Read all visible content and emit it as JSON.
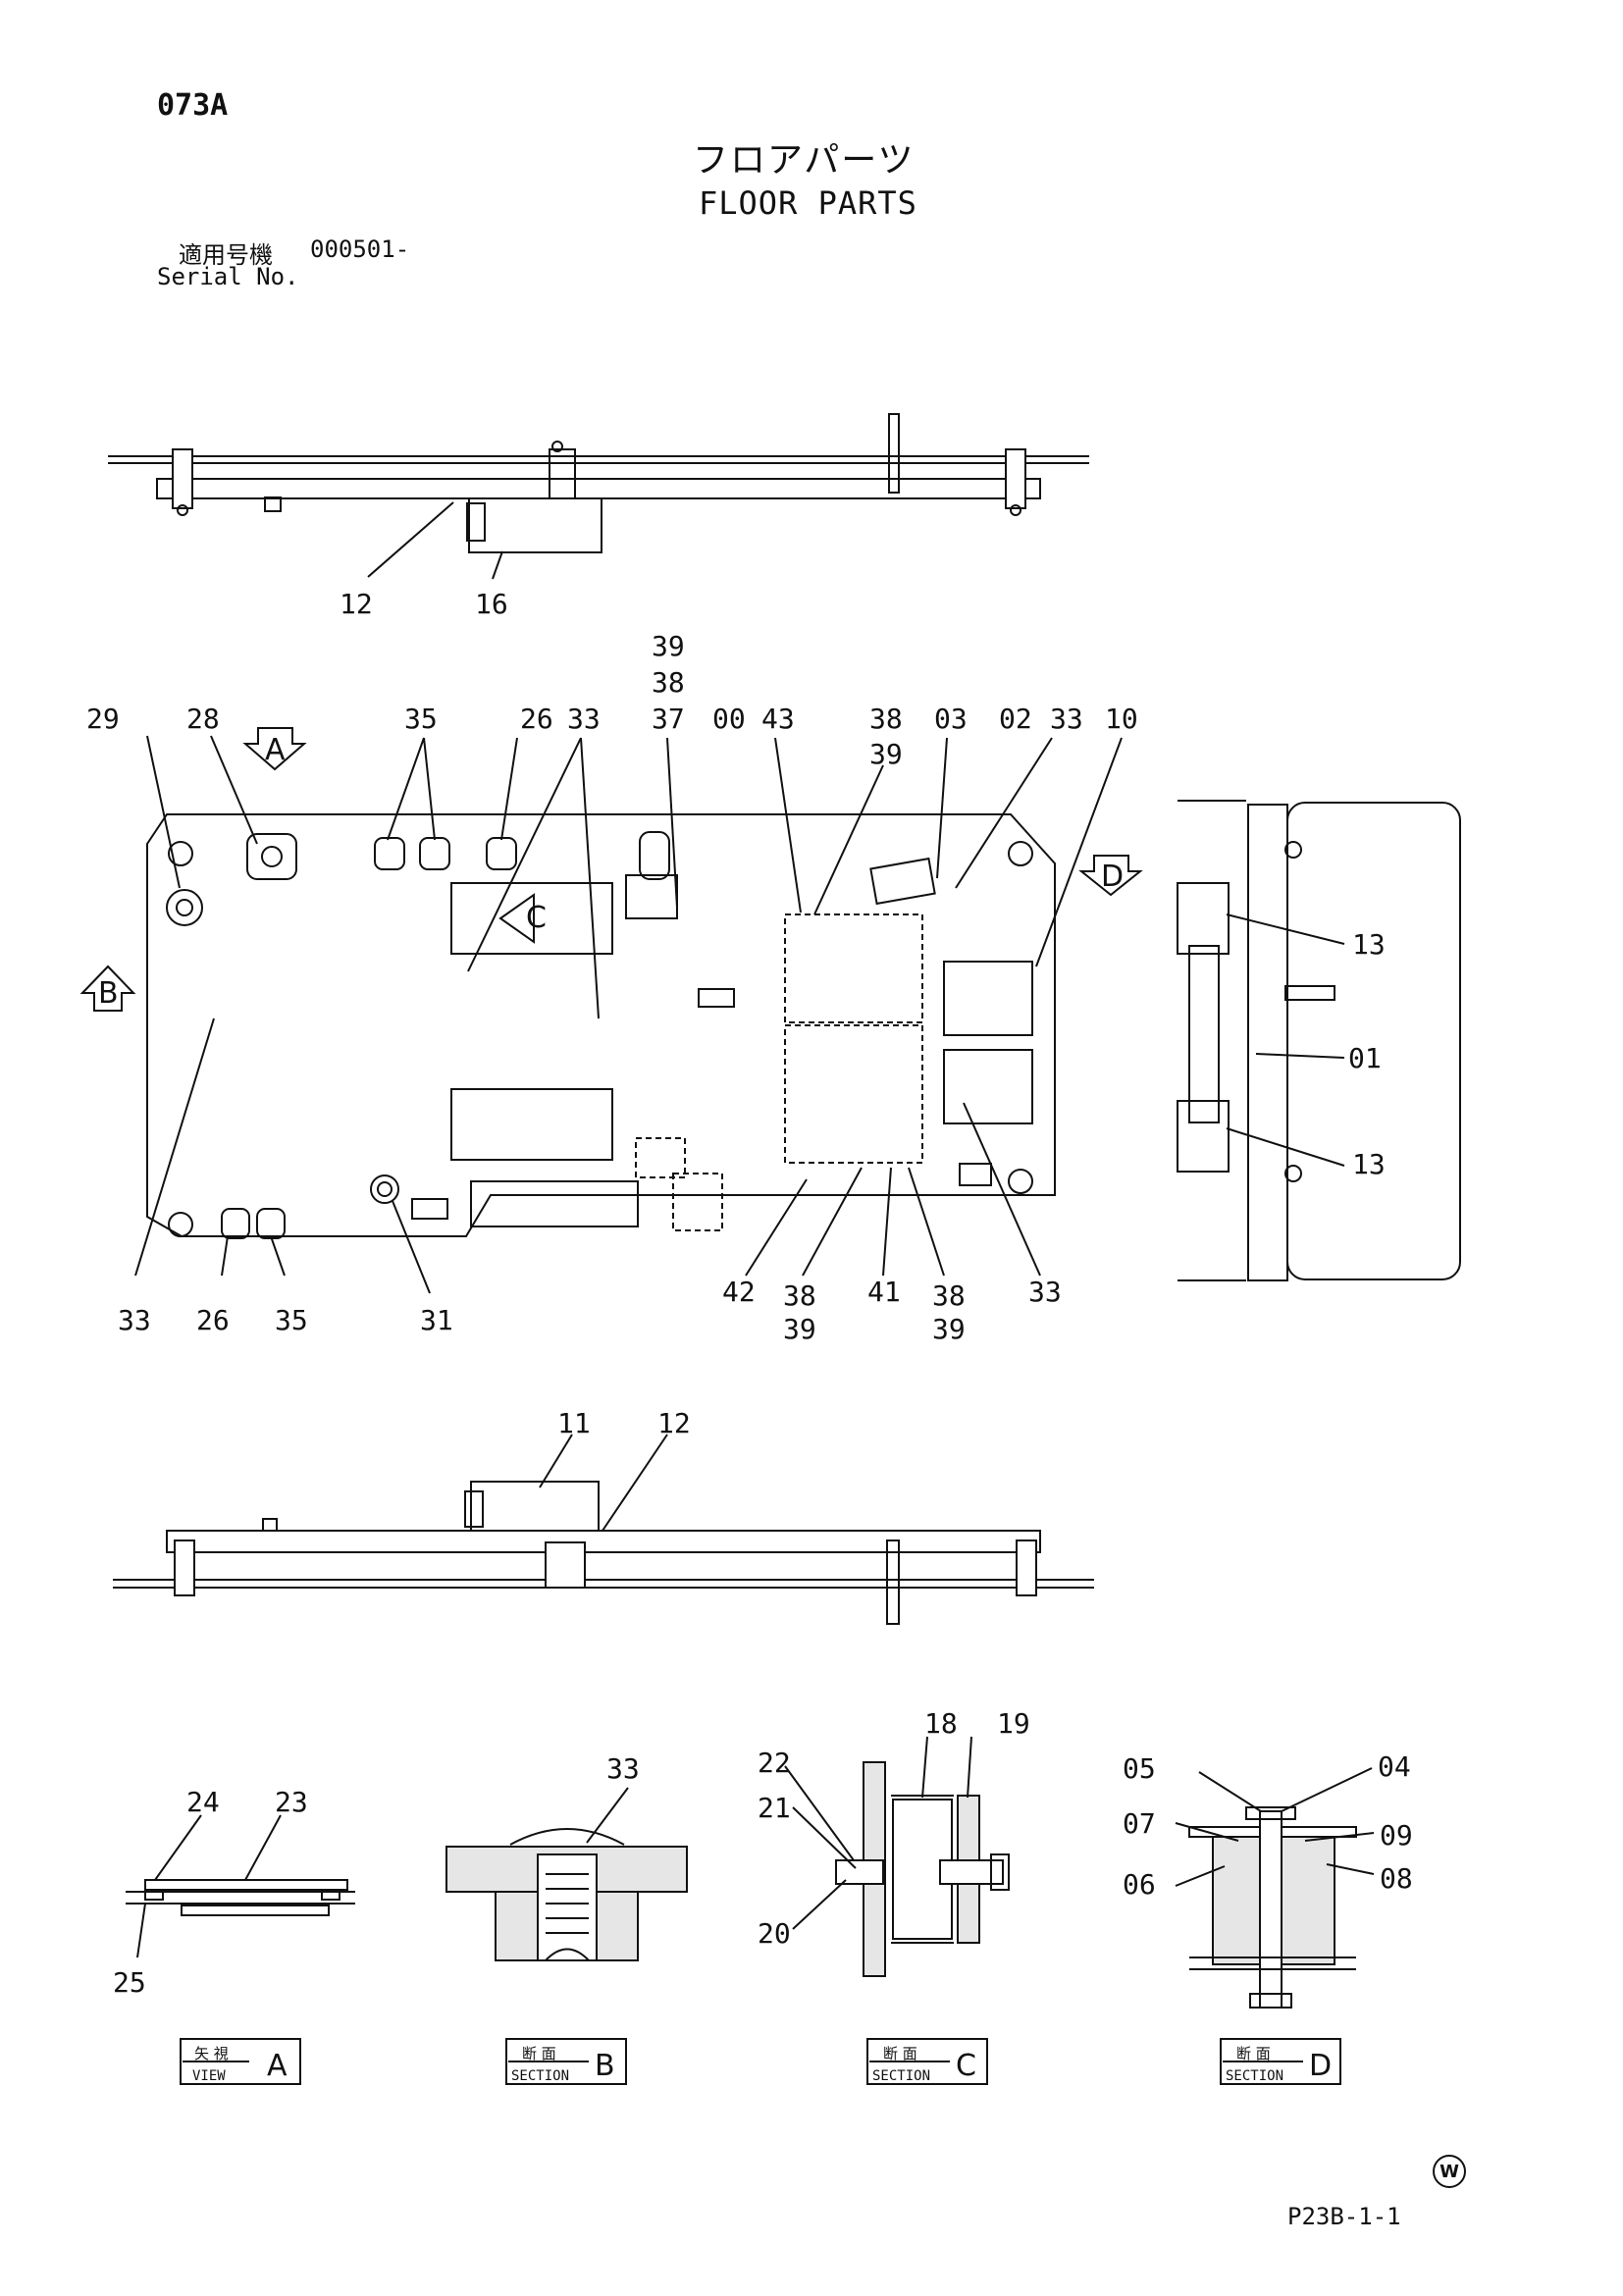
{
  "header": {
    "page_code": "073A",
    "title_jp": "フロアパーツ",
    "title_en": "FLOOR PARTS",
    "serial_label_jp": "適用号機",
    "serial_value": "000501-",
    "serial_label_en": "Serial No."
  },
  "footer": {
    "page_number": "P23B-1-1",
    "mark": "W"
  },
  "views": {
    "A": {
      "letter": "A",
      "jp": "矢 視",
      "en": "VIEW"
    },
    "B": {
      "letter": "B",
      "jp": "断 面",
      "en": "SECTION"
    },
    "C": {
      "letter": "C",
      "jp": "断 面",
      "en": "SECTION"
    },
    "D": {
      "letter": "D",
      "jp": "断 面",
      "en": "SECTION"
    }
  },
  "callouts": {
    "top_view": [
      "12",
      "16"
    ],
    "plan_top": [
      "29",
      "28",
      "35",
      "26",
      "33",
      "39",
      "38",
      "37",
      "00",
      "43",
      "38",
      "39",
      "03",
      "02",
      "33",
      "10"
    ],
    "plan_bottom": [
      "33",
      "26",
      "35",
      "31",
      "42",
      "38",
      "39",
      "41",
      "38",
      "39",
      "33"
    ],
    "side_view": [
      "13",
      "01",
      "13"
    ],
    "front_view": [
      "11",
      "12"
    ],
    "view_a": [
      "24",
      "23",
      "25"
    ],
    "section_b": [
      "33"
    ],
    "section_c": [
      "18",
      "19",
      "22",
      "21",
      "20"
    ],
    "section_d": [
      "05",
      "04",
      "07",
      "09",
      "06",
      "08"
    ]
  }
}
